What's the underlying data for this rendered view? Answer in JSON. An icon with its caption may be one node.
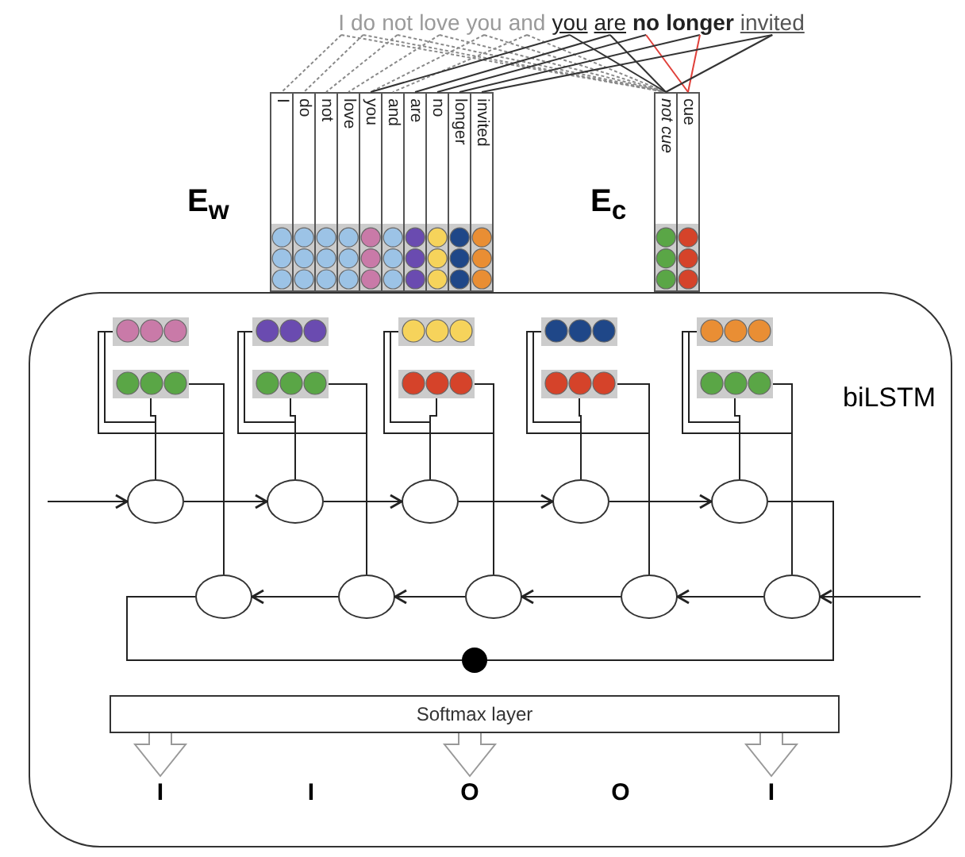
{
  "diagram": {
    "nodes": [
      {
        "text": [
          "I"
        ]
      },
      {
        "text": [
          "do"
        ]
      },
      {
        "text": [
          "not"
        ]
      },
      {
        "text": [
          "love"
        ]
      },
      {
        "text": [
          "you"
        ]
      },
      {
        "text": [
          "and"
        ]
      },
      {
        "text": [
          "you"
        ]
      },
      {
        "text": [
          "are"
        ]
      },
      {
        "text": [
          "no"
        ]
      },
      {
        "text": [
          "longer"
        ]
      },
      {
        "text": [
          "invited"
        ]
      },
      {
        "text": [
          "E$_{w}$"
        ]
      },
      {
        "text": [
          "I"
        ],
        "in": 11
      },
      {
        "text": [
          "do"
        ],
        "in": 11
      },
      {
        "text": [
          "not"
        ],
        "in": 11
      },
      {
        "text": [
          "love"
        ],
        "in": 11
      },
      {
        "text": [
          "you"
        ],
        "in": 11
      },
      {
        "text": [
          "and"
        ],
        "in": 11
      },
      {
        "text": [
          "are"
        ],
        "in": 11
      },
      {
        "text": [
          "no"
        ],
        "in": 11
      },
      {
        "text": [
          "longer"
        ],
        "in": 11
      },
      {
        "text": [
          "invited"
        ],
        "in": 11
      },
      {
        "text": [
          "E$_{c}$"
        ]
      },
      {
        "text": [
          "not cue"
        ],
        "in": 22
      },
      {
        "text": [
          "cue"
        ],
        "in": 22
      },
      {
        "text": [
          "biLSTM"
        ]
      },
      {
        "text": [],
        "shape": "bar",
        "in": 25
      },
      {
        "text": [],
        "shape": "bar",
        "in": 25
      },
      {
        "text": [],
        "shape": "bar",
        "in": 25
      },
      {
        "text": [],
        "shape": "bar",
        "in": 25
      },
      {
        "text": [],
        "shape": "bar",
        "in": 25
      },
      {
        "text": [],
        "shape": "bar",
        "in": 25
      },
      {
        "text": [],
        "shape": "bar",
        "in": 25
      },
      {
        "text": [],
        "shape": "bar",
        "in": 25
      },
      {
        "text": [],
        "shape": "bar",
        "in": 25
      },
      {
        "text": [],
        "shape": "bar",
        "in": 25
      },
      {
        "text": [],
        "shape": "circle",
        "in": 25
      },
      {
        "text": [],
        "shape": "circle",
        "in": 25
      },
      {
        "text": [],
        "shape": "circle",
        "in": 25
      },
      {
        "text": [],
        "shape": "circle",
        "in": 25
      },
      {
        "text": [],
        "shape": "circle",
        "in": 25
      },
      {
        "text": [],
        "shape": "circle",
        "in": 25
      },
      {
        "text": [],
        "shape": "circle",
        "in": 25
      },
      {
        "text": [],
        "shape": "circle",
        "in": 25
      },
      {
        "text": [],
        "shape": "circle",
        "in": 25
      },
      {
        "text": [],
        "shape": "circle",
        "in": 25
      },
      {
        "text": [],
        "shape": "circle",
        "in": 25
      },
      {
        "text": [
          "Softmax layer"
        ],
        "in": 25
      },
      {
        "text": [
          "I"
        ],
        "in": 25
      },
      {
        "text": [
          "I"
        ],
        "in": 25
      },
      {
        "text": [
          "O"
        ],
        "in": 25
      },
      {
        "text": [
          "O"
        ],
        "in": 25
      },
      {
        "text": [
          "I"
        ],
        "in": 25
      }
    ],
    "edges": [
      {
        "from": 0,
        "to": 12,
        "arrow": "none",
        "style": "dashed",
        "color": "#8a8a8a"
      },
      {
        "from": 0,
        "to": 23,
        "arrow": "none",
        "style": "dashed",
        "color": "#8a8a8a"
      },
      {
        "from": 1,
        "to": 13,
        "arrow": "none",
        "style": "dashed",
        "color": "#8a8a8a"
      },
      {
        "from": 1,
        "to": 23,
        "arrow": "none",
        "style": "dashed",
        "color": "#8a8a8a"
      },
      {
        "from": 2,
        "to": 14,
        "arrow": "none",
        "style": "dashed",
        "color": "#8a8a8a"
      },
      {
        "from": 2,
        "to": 23,
        "arrow": "none",
        "style": "dashed",
        "color": "#8a8a8a"
      },
      {
        "from": 3,
        "to": 15,
        "arrow": "none",
        "style": "dashed",
        "color": "#8a8a8a"
      },
      {
        "from": 3,
        "to": 23,
        "arrow": "none",
        "style": "dashed",
        "color": "#8a8a8a"
      },
      {
        "from": 4,
        "to": 16,
        "arrow": "none",
        "style": "dashed",
        "color": "#8a8a8a"
      },
      {
        "from": 4,
        "to": 23,
        "arrow": "none",
        "style": "dashed",
        "color": "#8a8a8a"
      },
      {
        "from": 5,
        "to": 17,
        "arrow": "none",
        "style": "dashed",
        "color": "#8a8a8a"
      },
      {
        "from": 5,
        "to": 23,
        "arrow": "none",
        "style": "dashed",
        "color": "#8a8a8a"
      },
      {
        "from": 6,
        "to": 16,
        "arrow": "none",
        "color": "#333333"
      },
      {
        "from": 6,
        "to": 23,
        "arrow": "none",
        "color": "#333333"
      },
      {
        "from": 7,
        "to": 18,
        "arrow": "none",
        "color": "#333333"
      },
      {
        "from": 7,
        "to": 23,
        "arrow": "none",
        "color": "#333333"
      },
      {
        "from": 8,
        "to": 19,
        "arrow": "none",
        "color": "#333333"
      },
      {
        "from": 8,
        "to": 24,
        "arrow": "none",
        "color": "#e0403a"
      },
      {
        "from": 9,
        "to": 20,
        "arrow": "none",
        "color": "#333333"
      },
      {
        "from": 9,
        "to": 24,
        "arrow": "none",
        "color": "#e0403a"
      },
      {
        "from": 10,
        "to": 21,
        "arrow": "none",
        "color": "#333333"
      },
      {
        "from": 10,
        "to": 23,
        "arrow": "none",
        "color": "#333333"
      },
      {
        "from": 26,
        "to": 36,
        "arrow": "none"
      },
      {
        "from": 31,
        "to": 36,
        "arrow": "none"
      },
      {
        "from": 26,
        "to": 41,
        "arrow": "none"
      },
      {
        "from": 31,
        "to": 41,
        "arrow": "none"
      },
      {
        "from": 27,
        "to": 37,
        "arrow": "none"
      },
      {
        "from": 32,
        "to": 37,
        "arrow": "none"
      },
      {
        "from": 27,
        "to": 42,
        "arrow": "none"
      },
      {
        "from": 32,
        "to": 42,
        "arrow": "none"
      },
      {
        "from": 28,
        "to": 38,
        "arrow": "none"
      },
      {
        "from": 33,
        "to": 38,
        "arrow": "none"
      },
      {
        "from": 28,
        "to": 43,
        "arrow": "none"
      },
      {
        "from": 33,
        "to": 43,
        "arrow": "none"
      },
      {
        "from": 29,
        "to": 39,
        "arrow": "none"
      },
      {
        "from": 34,
        "to": 39,
        "arrow": "none"
      },
      {
        "from": 29,
        "to": 44,
        "arrow": "none"
      },
      {
        "from": 34,
        "to": 44,
        "arrow": "none"
      },
      {
        "from": 30,
        "to": 40,
        "arrow": "none"
      },
      {
        "from": 35,
        "to": 40,
        "arrow": "none"
      },
      {
        "from": 30,
        "to": 45,
        "arrow": "none"
      },
      {
        "from": 35,
        "to": 45,
        "arrow": "none"
      },
      {
        "from": null,
        "to": 36,
        "arrow": "to"
      },
      {
        "from": 36,
        "to": 37,
        "arrow": "to"
      },
      {
        "from": 37,
        "to": 38,
        "arrow": "to"
      },
      {
        "from": 38,
        "to": 39,
        "arrow": "to"
      },
      {
        "from": 39,
        "to": 40,
        "arrow": "to"
      },
      {
        "from": 40,
        "to": 46,
        "arrow": "none"
      },
      {
        "from": null,
        "to": 45,
        "arrow": "to"
      },
      {
        "from": 45,
        "to": 44,
        "arrow": "to"
      },
      {
        "from": 44,
        "to": 43,
        "arrow": "to"
      },
      {
        "from": 43,
        "to": 42,
        "arrow": "to"
      },
      {
        "from": 42,
        "to": 41,
        "arrow": "to"
      },
      {
        "from": 41,
        "to": 46,
        "arrow": "none"
      },
      {
        "from": 47,
        "to": 48,
        "arrow": "to"
      },
      {
        "from": 47,
        "to": 50,
        "arrow": "to"
      },
      {
        "from": 47,
        "to": 52,
        "arrow": "to"
      }
    ]
  }
}
